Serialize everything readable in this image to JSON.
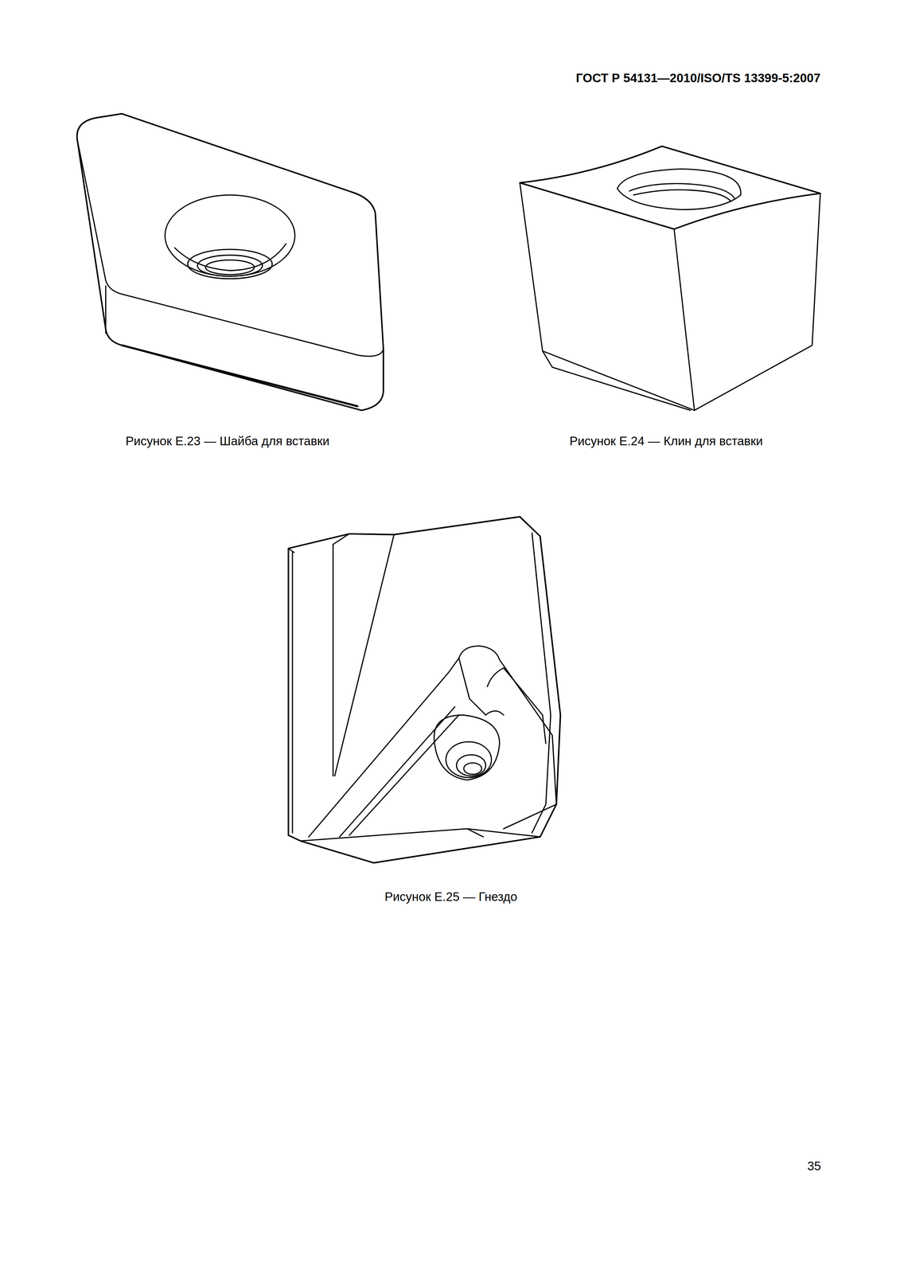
{
  "diagram": {
    "labels": [
      "ГОСТ Р 54131—2010/ISO/TS 13399-5:2007",
      "Рисунок Е.23 — Шайба для вставки",
      "Рисунок Е.24 — Клин для вставки",
      "Рисунок Е.25 — Гнездо",
      "35"
    ]
  }
}
